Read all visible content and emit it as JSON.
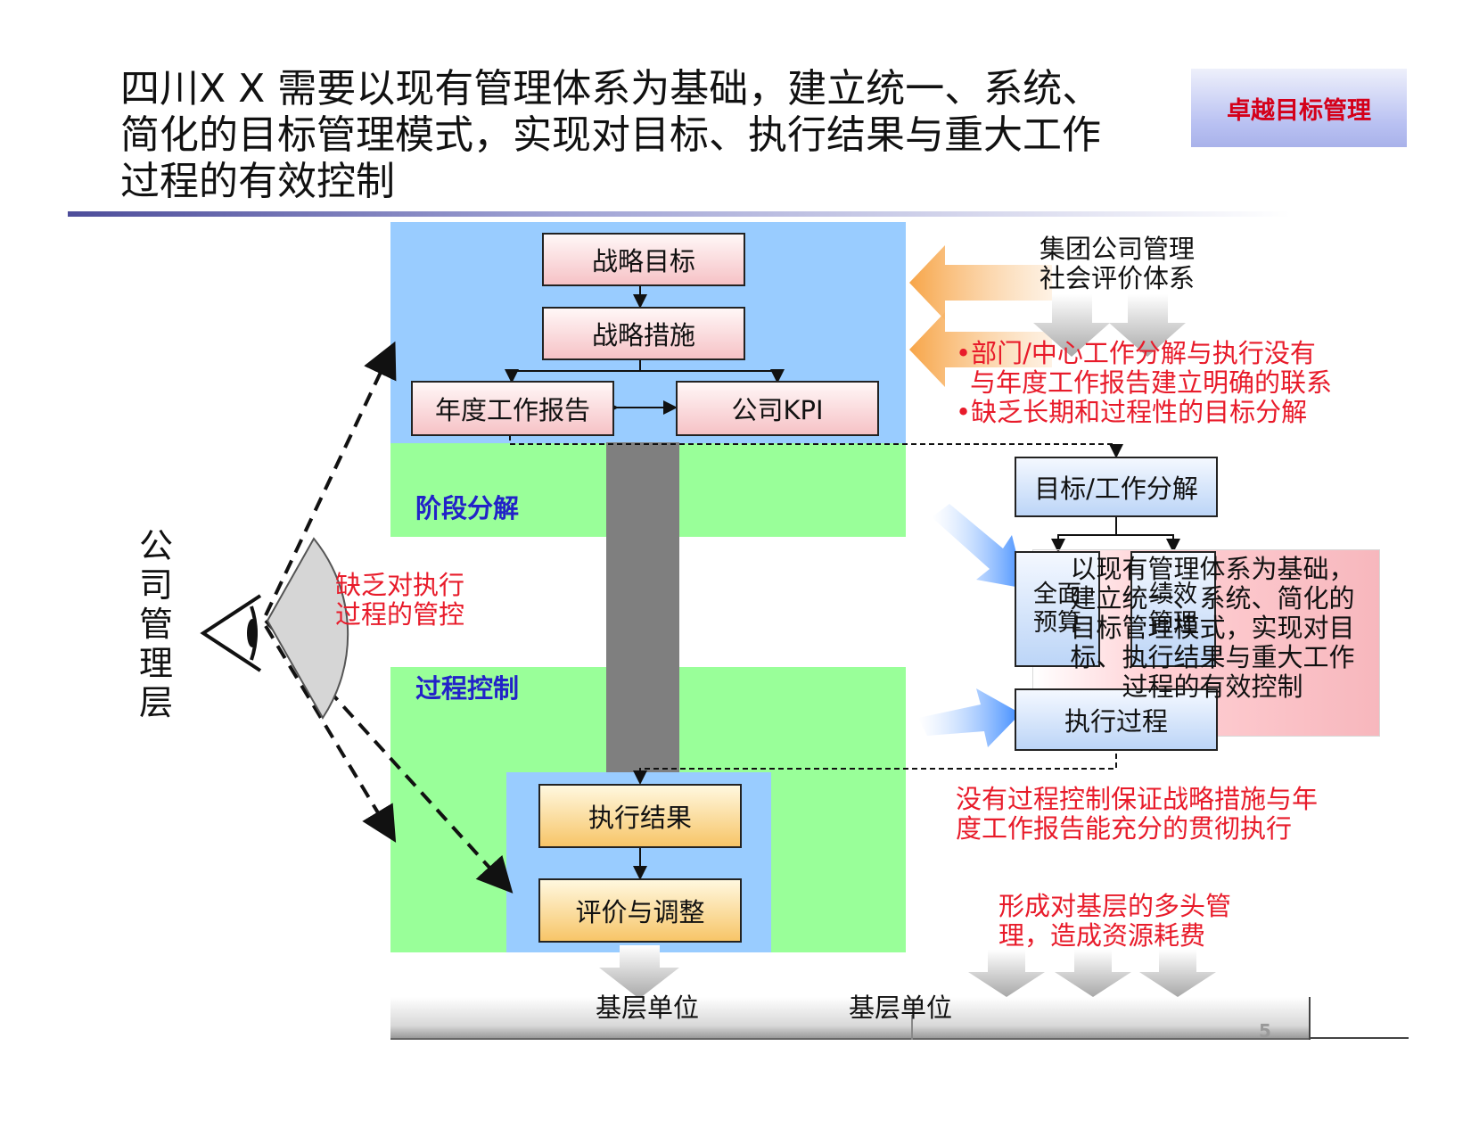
{
  "title": "四川X X 需要以现有管理体系为基础，建立统一、系统、简化的目标管理模式，实现对目标、执行结果与重大工作过程的有效控制",
  "tag": "卓越目标管理",
  "left_label": "公司管理层",
  "boxes": {
    "strategy_goal": "战略目标",
    "strategy_measures": "战略措施",
    "annual_report": "年度工作报告",
    "company_kpi": "公司KPI",
    "exec_result": "执行结果",
    "eval_adjust": "评价与调整",
    "goal_work_decomp": "目标/工作分解",
    "full_budget": "全面预算",
    "perf_mgmt": "绩效管理",
    "exec_process": "执行过程"
  },
  "zone_labels": {
    "stage": "阶段分解",
    "process": "过程控制"
  },
  "notes": {
    "group_eval_1": "集团公司管理",
    "group_eval_2": "社会评价体系",
    "bullet_1_line1": "部门/中心工作分解与执行没有",
    "bullet_1_line2": "与年度工作报告建立明确的联系",
    "bullet_2": "缺乏长期和过程性的目标分解",
    "lack_control_1": "缺乏对执行",
    "lack_control_2": "过程的管控",
    "callout_1": "以现有管理体系为基础，",
    "callout_2": "建立统一、系统、简化的",
    "callout_3": "目标管理模式，实现对目",
    "callout_4": "标、执行结果与重大工作",
    "callout_5": "过程的有效控制",
    "no_process_1": "没有过程控制保证战略措施与年",
    "no_process_2": "度工作报告能充分的贯彻执行",
    "multi_mgmt_1": "形成对基层的多头管",
    "multi_mgmt_2": "理，造成资源耗费"
  },
  "ground_labels": {
    "base_unit_1": "基层单位",
    "base_unit_2": "基层单位"
  },
  "page_number": "5",
  "colors": {
    "blue_zone": "#99ccff",
    "green_zone": "#99ff99",
    "red_text": "#e81b2a",
    "label_blue": "#2222c8",
    "tag_red": "#d4001a"
  }
}
